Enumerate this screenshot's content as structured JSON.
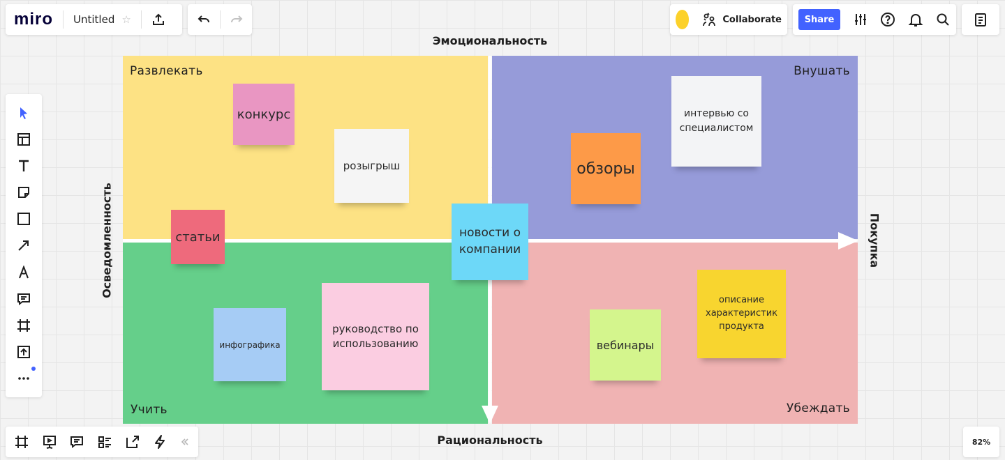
{
  "app": {
    "logo": "miro",
    "board_title": "Untitled",
    "collaborate_label": "Collaborate",
    "share_label": "Share",
    "zoom": "82%"
  },
  "icons": {
    "top_left": [
      "star-icon",
      "upload-icon"
    ],
    "history": [
      "undo-icon",
      "redo-icon"
    ],
    "top_right": [
      "collaborate-icon",
      "settings-sliders-icon",
      "help-icon",
      "bell-icon",
      "search-icon",
      "notes-list-icon"
    ],
    "left_toolbar": [
      "select-cursor-icon",
      "templates-icon",
      "text-icon",
      "sticky-note-icon",
      "shape-icon",
      "arrow-line-icon",
      "pen-icon",
      "comment-icon",
      "frame-icon",
      "upload-icon",
      "more-icon"
    ],
    "bottom_toolbar": [
      "frames-icon",
      "presentation-icon",
      "comments-icon",
      "card-list-icon",
      "share-screen-icon",
      "lightning-icon",
      "collapse-icon"
    ]
  },
  "colors": {
    "accent": "#4262ff",
    "avatar": "#fcd12a",
    "quadrant_tl": "#fde284",
    "quadrant_tr": "#969bd9",
    "quadrant_bl": "#65cf8a",
    "quadrant_br": "#f0b3b3"
  },
  "axes": {
    "top": "Эмоциональность",
    "bottom": "Рациональность",
    "left": "Осведомленность",
    "right": "Покупка"
  },
  "quadrants": {
    "top_left": "Развлекать",
    "top_right": "Внушать",
    "bottom_left": "Учить",
    "bottom_right": "Убеждать"
  },
  "stickies": [
    {
      "text": "конкурс",
      "color": "#e996c2"
    },
    {
      "text": "розыгрыш",
      "color": "#f5f5f5"
    },
    {
      "text": "статьи",
      "color": "#ee6a7c"
    },
    {
      "text": "новости о компании",
      "color": "#6dd8f8"
    },
    {
      "text": "обзоры",
      "color": "#fd9a48"
    },
    {
      "text": "интервью со специалистом",
      "color": "#f3f4f6"
    },
    {
      "text": "инфографика",
      "color": "#a6ccf5"
    },
    {
      "text": "руководство по использованию",
      "color": "#fbcde1"
    },
    {
      "text": "вебинары",
      "color": "#d4f58d"
    },
    {
      "text": "описание характеристик продукта",
      "color": "#f8d52f"
    }
  ]
}
